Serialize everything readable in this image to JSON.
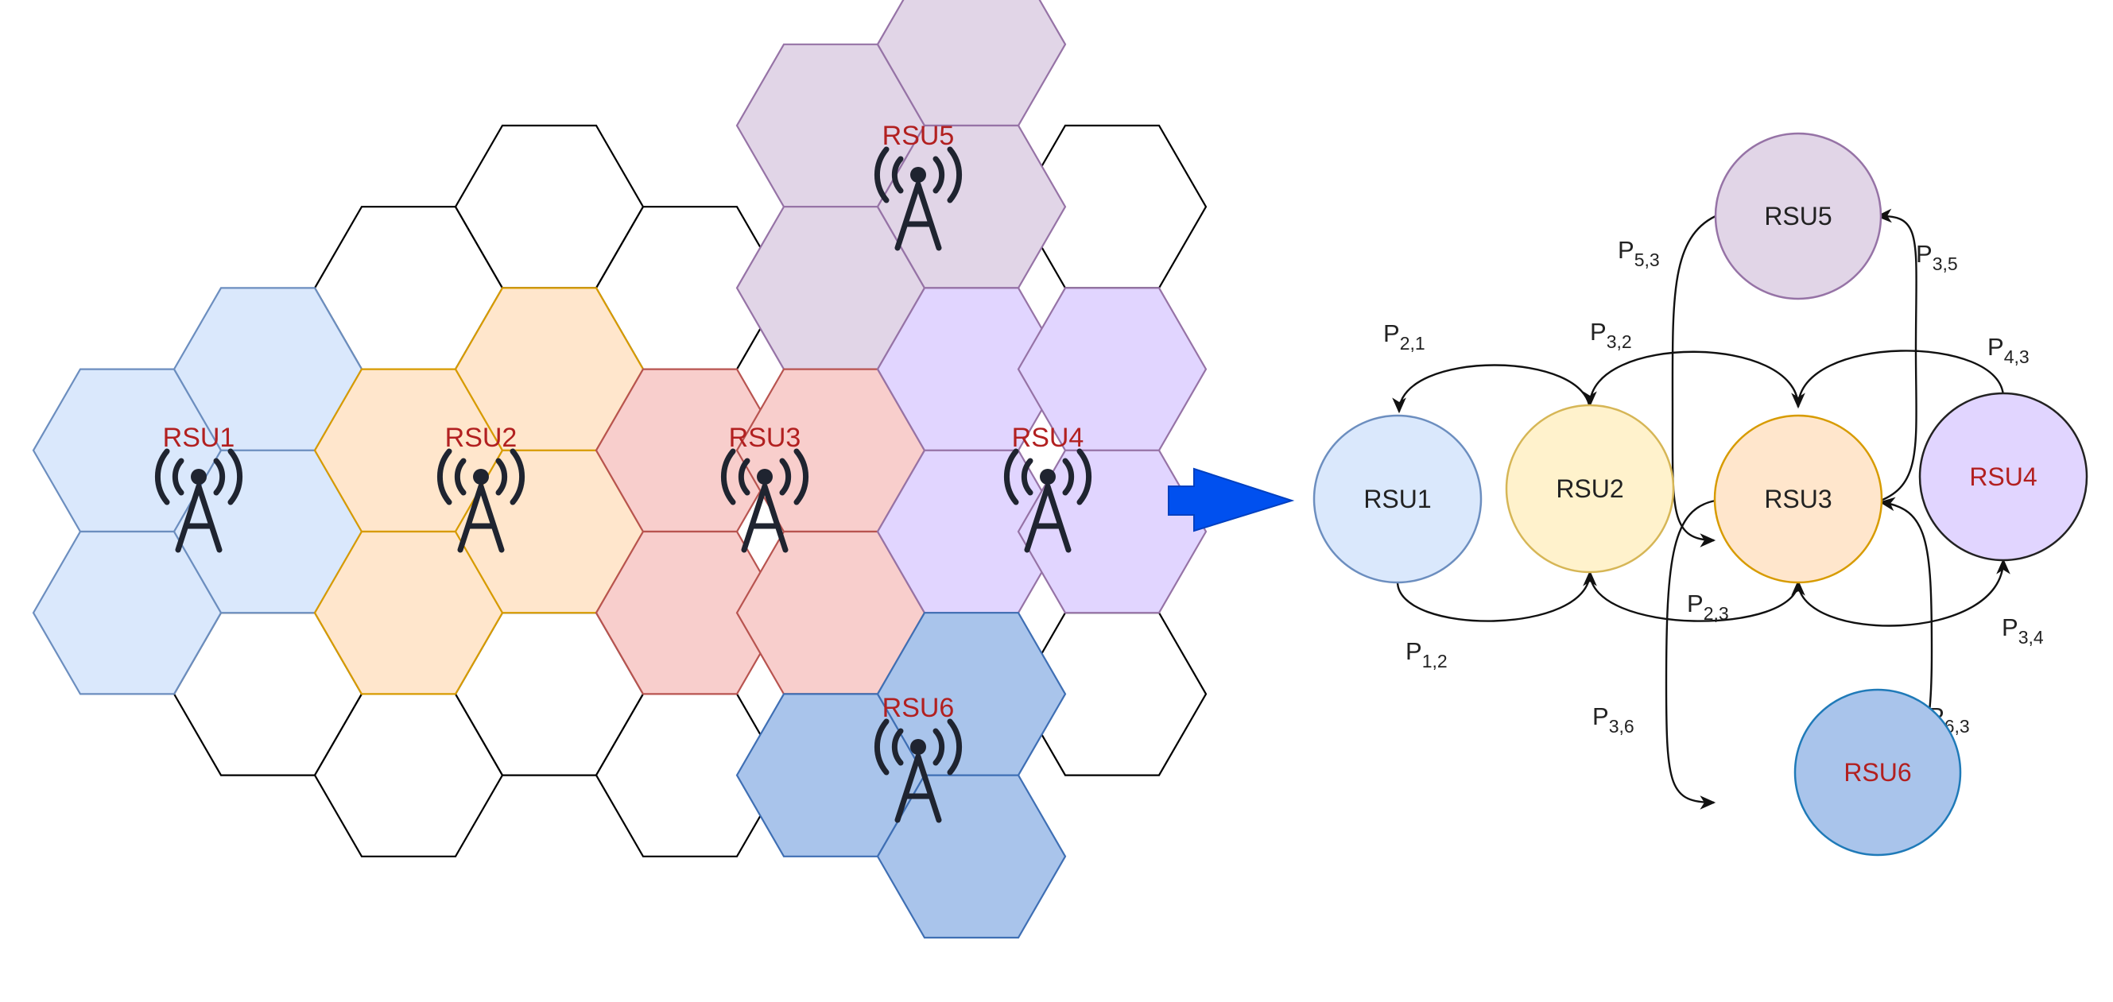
{
  "colors": {
    "cell_default": "#ffffff",
    "cell_stroke": "#000000",
    "rsu1_fill": "#dae8fc",
    "rsu1_stroke": "#6c8ebf",
    "rsu2_fill": "#ffe6cc",
    "rsu2_stroke": "#d79b00",
    "rsu3_fill": "#f8cecc",
    "rsu3_stroke": "#b85450",
    "rsu4_fill": "#e1d5ff",
    "rsu4_stroke": "#9673a6",
    "rsu5_fill": "#e1d5e7",
    "rsu5_stroke": "#9673a6",
    "rsu6_fill": "#a9c4eb",
    "rsu6_stroke": "#3f6fb4",
    "arrow": "#0050ef",
    "map_label": "#b22020",
    "tower_icon": "#1f2430"
  },
  "map": {
    "towers": [
      {
        "id": "rsu1",
        "label": "RSU1",
        "icon": "radio-tower-icon"
      },
      {
        "id": "rsu2",
        "label": "RSU2",
        "icon": "radio-tower-icon"
      },
      {
        "id": "rsu3",
        "label": "RSU3",
        "icon": "radio-tower-icon"
      },
      {
        "id": "rsu4",
        "label": "RSU4",
        "icon": "radio-tower-icon"
      },
      {
        "id": "rsu5",
        "label": "RSU5",
        "icon": "radio-tower-icon"
      },
      {
        "id": "rsu6",
        "label": "RSU6",
        "icon": "radio-tower-icon"
      }
    ]
  },
  "transition_icon": "right-arrow-icon",
  "graph": {
    "nodes": [
      {
        "id": "rsu1",
        "label": "RSU1",
        "fill": "#dae8fc",
        "stroke": "#6c8ebf",
        "text_color": "#222222"
      },
      {
        "id": "rsu2",
        "label": "RSU2",
        "fill": "#fff2cc",
        "stroke": "#d6b656",
        "text_color": "#222222"
      },
      {
        "id": "rsu3",
        "label": "RSU3",
        "fill": "#ffe6cc",
        "stroke": "#d79b00",
        "text_color": "#222222"
      },
      {
        "id": "rsu4",
        "label": "RSU4",
        "fill": "#e1d5ff",
        "stroke": "#222222",
        "text_color": "#b22020"
      },
      {
        "id": "rsu5",
        "label": "RSU5",
        "fill": "#e1d5e7",
        "stroke": "#9673a6",
        "text_color": "#222222"
      },
      {
        "id": "rsu6",
        "label": "RSU6",
        "fill": "#a9c4eb",
        "stroke": "#1f7ab8",
        "text_color": "#b22020"
      }
    ],
    "edges": [
      {
        "id": "p21",
        "from": "rsu2",
        "to": "rsu1",
        "label_main": "P",
        "label_sub": "2,1"
      },
      {
        "id": "p12",
        "from": "rsu1",
        "to": "rsu2",
        "label_main": "P",
        "label_sub": "1,2"
      },
      {
        "id": "p32",
        "from": "rsu3",
        "to": "rsu2",
        "label_main": "P",
        "label_sub": "3,2"
      },
      {
        "id": "p23",
        "from": "rsu2",
        "to": "rsu3",
        "label_main": "P",
        "label_sub": "2,3"
      },
      {
        "id": "p43",
        "from": "rsu4",
        "to": "rsu3",
        "label_main": "P",
        "label_sub": "4,3"
      },
      {
        "id": "p34",
        "from": "rsu3",
        "to": "rsu4",
        "label_main": "P",
        "label_sub": "3,4"
      },
      {
        "id": "p53",
        "from": "rsu5",
        "to": "rsu3",
        "label_main": "P",
        "label_sub": "5,3"
      },
      {
        "id": "p35",
        "from": "rsu3",
        "to": "rsu5",
        "label_main": "P",
        "label_sub": "3,5"
      },
      {
        "id": "p36",
        "from": "rsu3",
        "to": "rsu6",
        "label_main": "P",
        "label_sub": "3,6"
      },
      {
        "id": "p63",
        "from": "rsu6",
        "to": "rsu3",
        "label_main": "P",
        "label_sub": "6,3"
      }
    ]
  }
}
